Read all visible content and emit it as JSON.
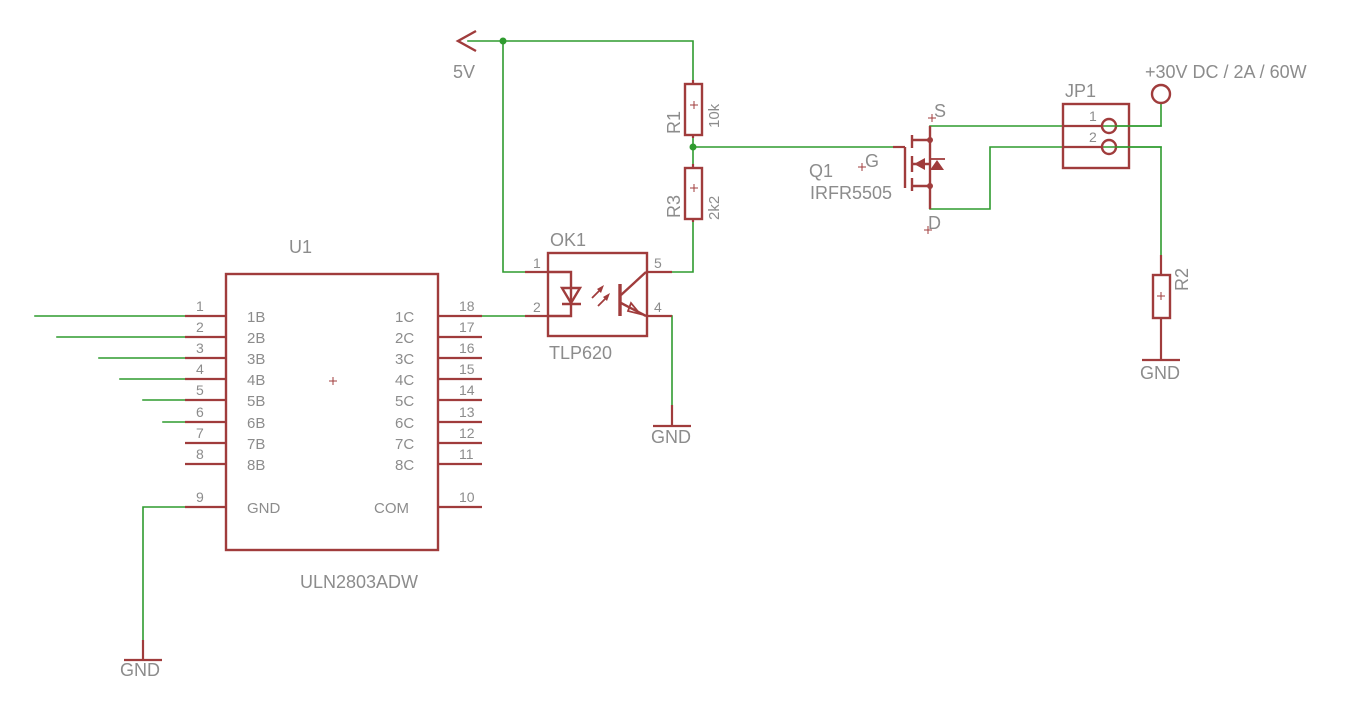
{
  "u1": {
    "name": "U1",
    "value": "ULN2803ADW",
    "left_pins": [
      {
        "num": "1",
        "name": "1B"
      },
      {
        "num": "2",
        "name": "2B"
      },
      {
        "num": "3",
        "name": "3B"
      },
      {
        "num": "4",
        "name": "4B"
      },
      {
        "num": "5",
        "name": "5B"
      },
      {
        "num": "6",
        "name": "6B"
      },
      {
        "num": "7",
        "name": "7B"
      },
      {
        "num": "8",
        "name": "8B"
      }
    ],
    "right_pins": [
      {
        "num": "18",
        "name": "1C"
      },
      {
        "num": "17",
        "name": "2C"
      },
      {
        "num": "16",
        "name": "3C"
      },
      {
        "num": "15",
        "name": "4C"
      },
      {
        "num": "14",
        "name": "5C"
      },
      {
        "num": "13",
        "name": "6C"
      },
      {
        "num": "12",
        "name": "7C"
      },
      {
        "num": "11",
        "name": "8C"
      }
    ],
    "gnd_pin": {
      "num": "9",
      "name": "GND"
    },
    "com_pin": {
      "num": "10",
      "name": "COM"
    }
  },
  "ok1": {
    "name": "OK1",
    "value": "TLP620",
    "pins": [
      "1",
      "2",
      "5",
      "4"
    ]
  },
  "r1": {
    "name": "R1",
    "value": "10k"
  },
  "r3": {
    "name": "R3",
    "value": "2k2"
  },
  "r2": {
    "name": "R2"
  },
  "q1": {
    "name": "Q1",
    "value": "IRFR5505",
    "gate": "G",
    "source": "S",
    "drain": "D"
  },
  "jp1": {
    "name": "JP1",
    "pins": [
      "1",
      "2"
    ]
  },
  "supply_5v": "5V",
  "supply_30v": "+30V DC / 2A / 60W",
  "gnd_labels": [
    "GND",
    "GND",
    "GND"
  ],
  "colors": {
    "wire": "#2f9b2f",
    "symbol": "#a03c3c",
    "text": "#8c8c8c"
  }
}
